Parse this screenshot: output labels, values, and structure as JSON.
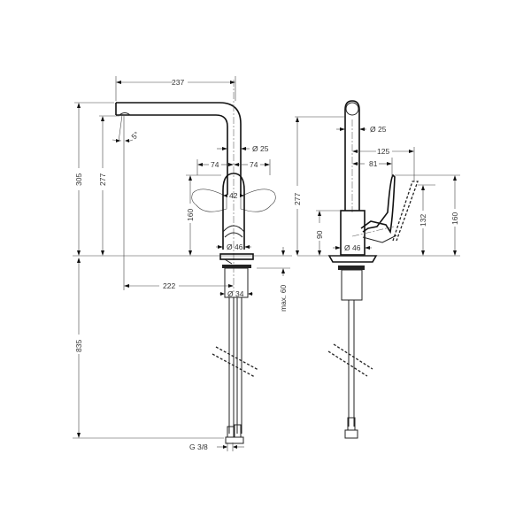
{
  "drawing": {
    "type": "technical-dimension-drawing",
    "subject": "single-lever kitchen faucet",
    "front_view": {
      "dimensions": {
        "spout_reach": "237",
        "total_height": "305",
        "spout_outlet_height": "277",
        "spout_angle": "5°",
        "spout_diameter": "Ø 25",
        "handle_left_swing": "74",
        "handle_right_swing": "74",
        "handle_width": "42",
        "handle_height": "160",
        "body_diameter": "Ø 46",
        "supply_reach": "222",
        "shank_diameter": "Ø 34",
        "max_deck_thickness": "max. 60",
        "hose_length": "835",
        "connection_thread": "G 3/8"
      }
    },
    "side_view": {
      "dimensions": {
        "spout_height": "277",
        "spout_diameter": "Ø 25",
        "handle_reach_open": "125",
        "handle_reach": "81",
        "body_height": "90",
        "body_diameter": "Ø 46",
        "handle_height_low": "132",
        "handle_height_high": "160"
      }
    }
  }
}
